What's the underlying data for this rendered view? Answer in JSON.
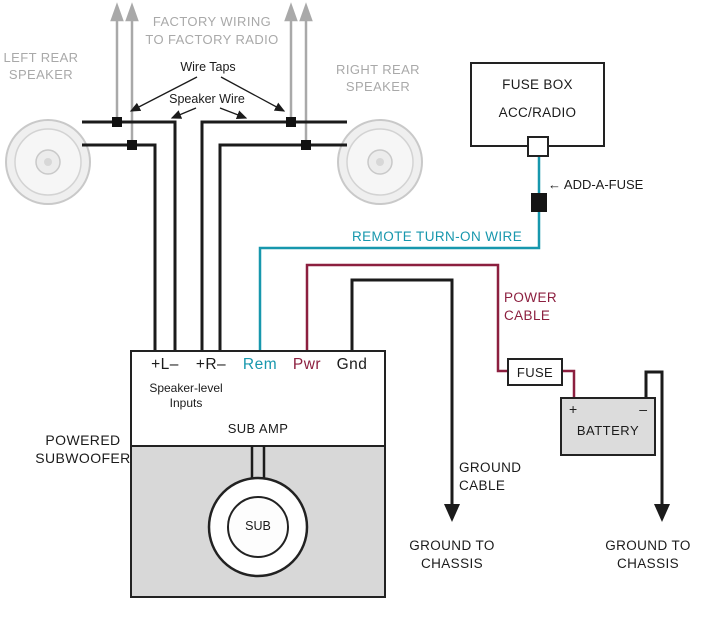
{
  "colors": {
    "teal": "#1797ad",
    "maroon": "#8c1f3f",
    "gray": "#a9a9a9",
    "black": "#1b1b1b",
    "ampgray": "#d8d8d8",
    "batgray": "#dcdcdc"
  },
  "factory": {
    "wiring_line1": "FACTORY WIRING",
    "wiring_line2": "TO FACTORY RADIO",
    "left_speaker_line1": "LEFT REAR",
    "left_speaker_line2": "SPEAKER",
    "right_speaker_line1": "RIGHT REAR",
    "right_speaker_line2": "SPEAKER"
  },
  "annotations": {
    "wire_taps": "Wire Taps",
    "speaker_wire": "Speaker Wire",
    "remote_turn_on": "REMOTE TURN-ON WIRE",
    "power_cable_line1": "POWER",
    "power_cable_line2": "CABLE",
    "ground_cable_line1": "GROUND",
    "ground_cable_line2": "CABLE",
    "ground_chassis_line1": "GROUND TO",
    "ground_chassis_line2": "CHASSIS",
    "add_a_fuse_arrow": "←",
    "add_a_fuse": "ADD-A-FUSE"
  },
  "fuse_box": {
    "title": "FUSE BOX",
    "slot": "ACC/RADIO"
  },
  "inline_fuse": {
    "label": "FUSE"
  },
  "battery": {
    "label": "BATTERY",
    "plus": "+",
    "minus": "–"
  },
  "amp": {
    "terminals": {
      "left_in": "+L–",
      "right_in": "+R–",
      "rem": "Rem",
      "pwr": "Pwr",
      "gnd": "Gnd"
    },
    "speaker_level_line1": "Speaker-level",
    "speaker_level_line2": "Inputs",
    "title": "SUB AMP",
    "outside_line1": "POWERED",
    "outside_line2": "SUBWOOFER",
    "sub": "SUB"
  }
}
